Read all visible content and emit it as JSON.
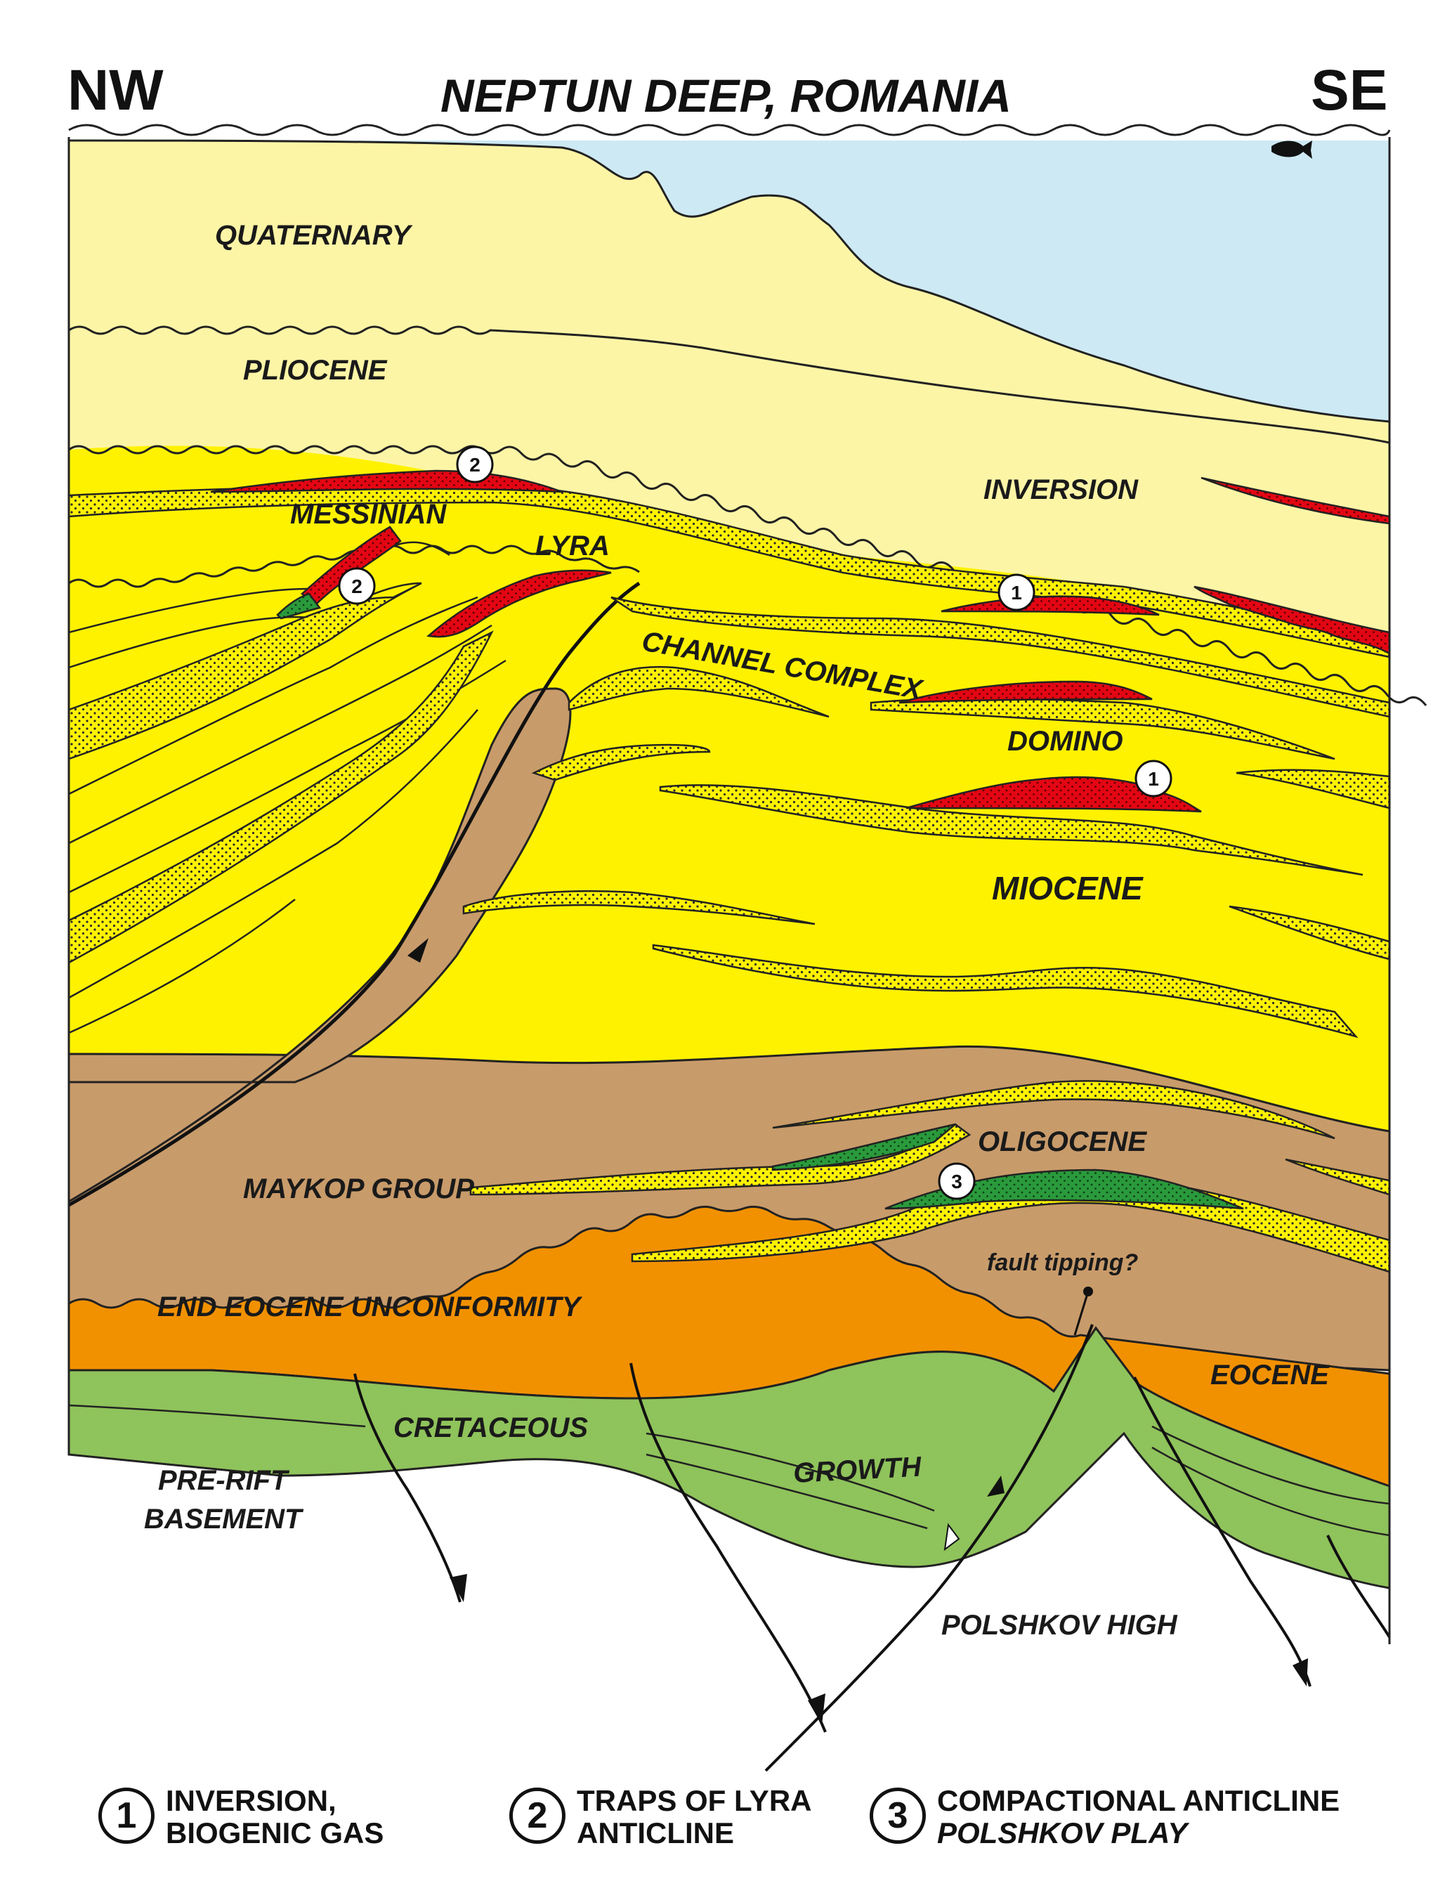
{
  "header": {
    "left": "NW",
    "right": "SE",
    "title": "NEPTUN DEEP, ROMANIA"
  },
  "labels": {
    "quaternary": "QUATERNARY",
    "pliocene": "PLIOCENE",
    "messinian": "MESSINIAN",
    "lyra": "LYRA",
    "inversion": "INVERSION",
    "channel_complex": "CHANNEL COMPLEX",
    "domino": "DOMINO",
    "miocene": "MIOCENE",
    "oligocene": "OLIGOCENE",
    "maykop_group": "MAYKOP GROUP",
    "fault_tipping": "fault tipping?",
    "end_eocene_unconformity": "END EOCENE UNCONFORMITY",
    "eocene": "EOCENE",
    "cretaceous": "CRETACEOUS",
    "growth": "GROWTH",
    "pre_rift_1": "PRE-RIFT",
    "pre_rift_2": "BASEMENT",
    "polshkov_high": "POLSHKOV HIGH"
  },
  "markers": [
    "1",
    "2",
    "3"
  ],
  "legend": [
    {
      "num": "1",
      "line1": "INVERSION,",
      "line2": "BIOGENIC GAS",
      "line2_italic": false
    },
    {
      "num": "2",
      "line1": "TRAPS OF LYRA",
      "line2": "ANTICLINE",
      "line2_italic": false
    },
    {
      "num": "3",
      "line1": "COMPACTIONAL ANTICLINE",
      "line2": "POLSHKOV PLAY",
      "line2_italic": true
    }
  ],
  "colors": {
    "water": "#cde9f4",
    "quaternary_pliocene": "#fdf5a6",
    "miocene": "#fff200",
    "maykop": "#c89b6a",
    "eocene": "#f29100",
    "cretaceous": "#8fc35b",
    "gas_trap": "#e30613",
    "oil_trap": "#2a9a3c"
  }
}
